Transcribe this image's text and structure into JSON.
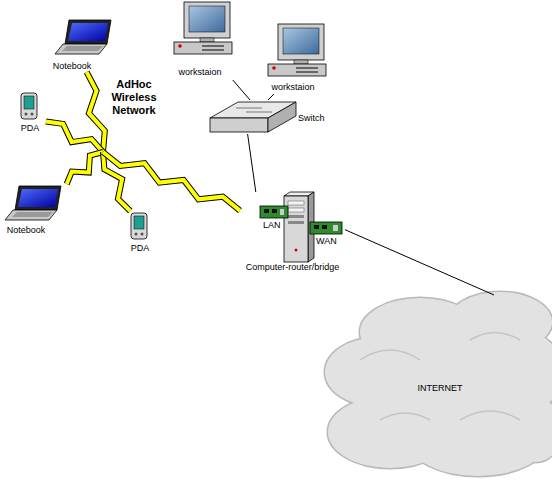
{
  "diagram": {
    "nodes": [
      {
        "text": [
          "Notebook"
        ]
      },
      {
        "text": [
          "PDA"
        ]
      },
      {
        "text": [
          "AdHoc Wireless Network"
        ]
      },
      {
        "text": [
          "Notebook"
        ]
      },
      {
        "text": [
          "PDA"
        ]
      },
      {
        "text": [
          "workstaion"
        ]
      },
      {
        "text": [
          "workstaion"
        ]
      },
      {
        "text": [
          "Switch"
        ]
      },
      {
        "text": [
          "Computer-router/bridge"
        ]
      },
      {
        "text": [
          "INTERNET"
        ]
      }
    ],
    "edges": [
      {
        "from": 2,
        "to": 0,
        "arrow": "none"
      },
      {
        "from": 2,
        "to": 1,
        "arrow": "none"
      },
      {
        "from": 2,
        "to": 3,
        "arrow": "none"
      },
      {
        "from": 2,
        "to": 4,
        "arrow": "none"
      },
      {
        "from": 2,
        "to": 8,
        "arrow": "none"
      },
      {
        "from": 5,
        "to": 7,
        "arrow": "none"
      },
      {
        "from": 6,
        "to": 7,
        "arrow": "none"
      },
      {
        "from": 7,
        "to": 8,
        "arrow": "none"
      },
      {
        "from": 8,
        "to": 9,
        "arrow": "none"
      }
    ],
    "labels": [
      "LAN",
      "WAN"
    ]
  }
}
